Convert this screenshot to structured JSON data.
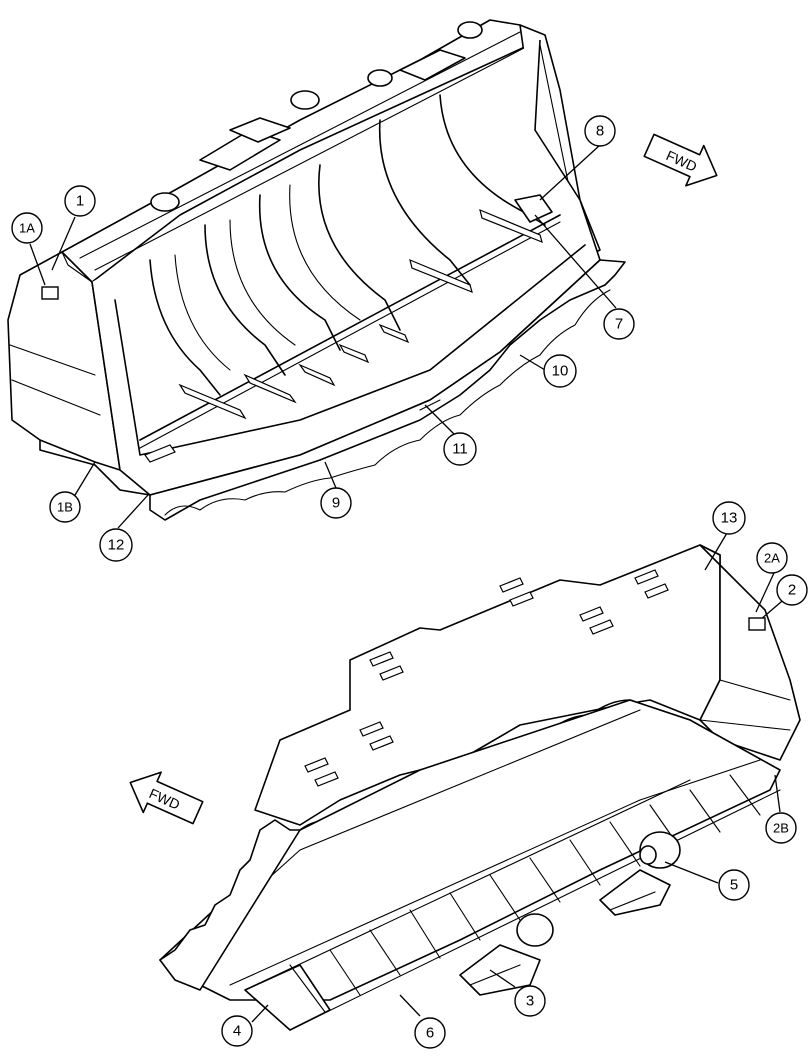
{
  "callouts": {
    "c1": "1",
    "c1A": "1A",
    "c1B": "1B",
    "c2": "2",
    "c2A": "2A",
    "c2B": "2B",
    "c3": "3",
    "c4": "4",
    "c5": "5",
    "c6": "6",
    "c7": "7",
    "c8": "8",
    "c9": "9",
    "c10": "10",
    "c11": "11",
    "c12": "12",
    "c13": "13"
  },
  "arrows": {
    "fwd_top": "FWD",
    "fwd_bottom": "FWD"
  }
}
